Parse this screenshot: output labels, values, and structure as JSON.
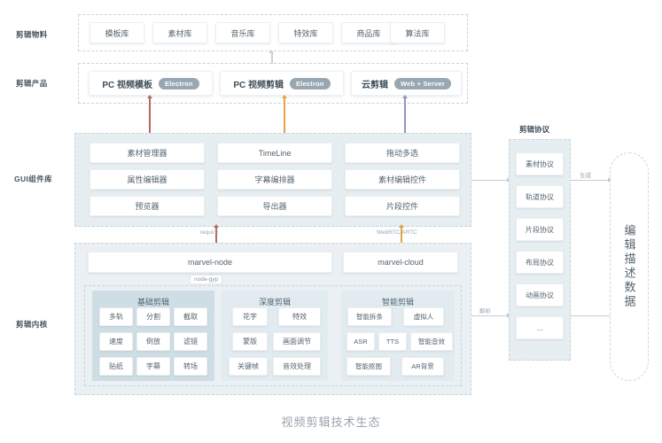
{
  "caption": "视频剪辑技术生态",
  "row_labels": {
    "materials": "剪辑物料",
    "products": "剪辑产品",
    "gui": "GUI组件库",
    "kernel": "剪辑内核"
  },
  "materials": {
    "items": [
      "模板库",
      "素材库",
      "音乐库",
      "特效库",
      "商品库",
      "算法库"
    ]
  },
  "products": {
    "items": [
      {
        "name": "PC 视频模板",
        "badge": "Electron"
      },
      {
        "name": "PC 视频剪辑",
        "badge": "Electron"
      },
      {
        "name": "云剪辑",
        "badge": "Web + Server"
      }
    ]
  },
  "gui": {
    "columns": [
      [
        "素材管理器",
        "属性编辑器",
        "预览器"
      ],
      [
        "TimeLine",
        "字幕编排器",
        "导出器"
      ],
      [
        "拖动多选",
        "素材编辑控件",
        "片段控件"
      ]
    ]
  },
  "kernel": {
    "modules": [
      "marvel-node",
      "marvel-cloud"
    ],
    "bridge_label": "node-gyp",
    "groups": [
      {
        "title": "基础剪辑",
        "rows": [
          [
            "多轨",
            "分割",
            "截取"
          ],
          [
            "速度",
            "倒放",
            "滤镜"
          ],
          [
            "贴纸",
            "字幕",
            "转场"
          ]
        ]
      },
      {
        "title": "深度剪辑",
        "rows": [
          [
            "花字",
            "特效"
          ],
          [
            "蒙版",
            "画面调节"
          ],
          [
            "关键帧",
            "音效处理"
          ]
        ]
      },
      {
        "title": "智能剪辑",
        "rows": [
          [
            "智能拆条",
            "虚拟人"
          ],
          [
            "ASR",
            "TTS",
            "智能音效"
          ],
          [
            "智能抠图",
            "AR背景"
          ]
        ]
      }
    ]
  },
  "protocol": {
    "title": "剪辑协议",
    "items": [
      "素材协议",
      "轨道协议",
      "片段协议",
      "布局协议",
      "动画协议",
      "..."
    ]
  },
  "output": {
    "text": "编辑描述数据"
  },
  "connector_labels": {
    "require": "require",
    "webrtc": "WebRTC/ARTC",
    "generate": "生成",
    "parse": "解析"
  },
  "colors": {
    "arrow_red": "#b4695c",
    "arrow_orange": "#e0a445",
    "arrow_blue": "#8d96bf",
    "line_gray": "#c3ccd2",
    "band_fill": "#e7eef2",
    "group_fill_active": "#cfdde4",
    "group_fill": "#dde8ed"
  }
}
